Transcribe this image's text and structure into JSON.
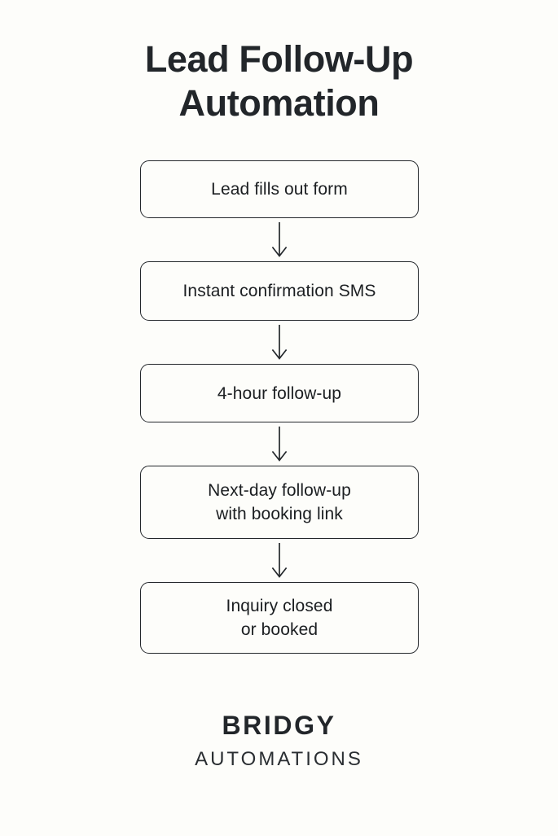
{
  "page": {
    "background_color": "#fdfdfa",
    "ink_color": "#22262a"
  },
  "title": {
    "line1": "Lead Follow-Up",
    "line2": "Automation"
  },
  "flow": {
    "arrow_icon": "arrow-down-icon",
    "steps": [
      {
        "id": "step-1",
        "label": "Lead fills out form"
      },
      {
        "id": "step-2",
        "label": "Instant confirmation SMS"
      },
      {
        "id": "step-3",
        "label": "4-hour follow-up"
      },
      {
        "id": "step-4",
        "label": "Next-day follow-up\nwith booking link"
      },
      {
        "id": "step-5",
        "label": "Inquiry closed\nor booked"
      }
    ]
  },
  "brand": {
    "name": "BRIDGY",
    "subtitle": "AUTOMATIONS"
  }
}
